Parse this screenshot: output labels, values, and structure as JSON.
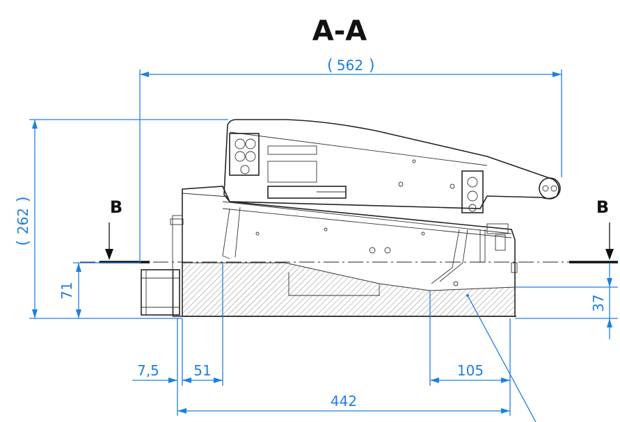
{
  "view": {
    "title": "A-A",
    "section_mark": "B"
  },
  "dimensions": {
    "overall_width": "562",
    "overall_height": "262",
    "left_height": "71",
    "right_height": "37",
    "left_offset": "7,5",
    "left_gap": "51",
    "right_gap": "105",
    "base_width": "442"
  },
  "colors": {
    "dimension": "#1e7fe0",
    "outline": "#222222",
    "background": "#ffffff"
  }
}
